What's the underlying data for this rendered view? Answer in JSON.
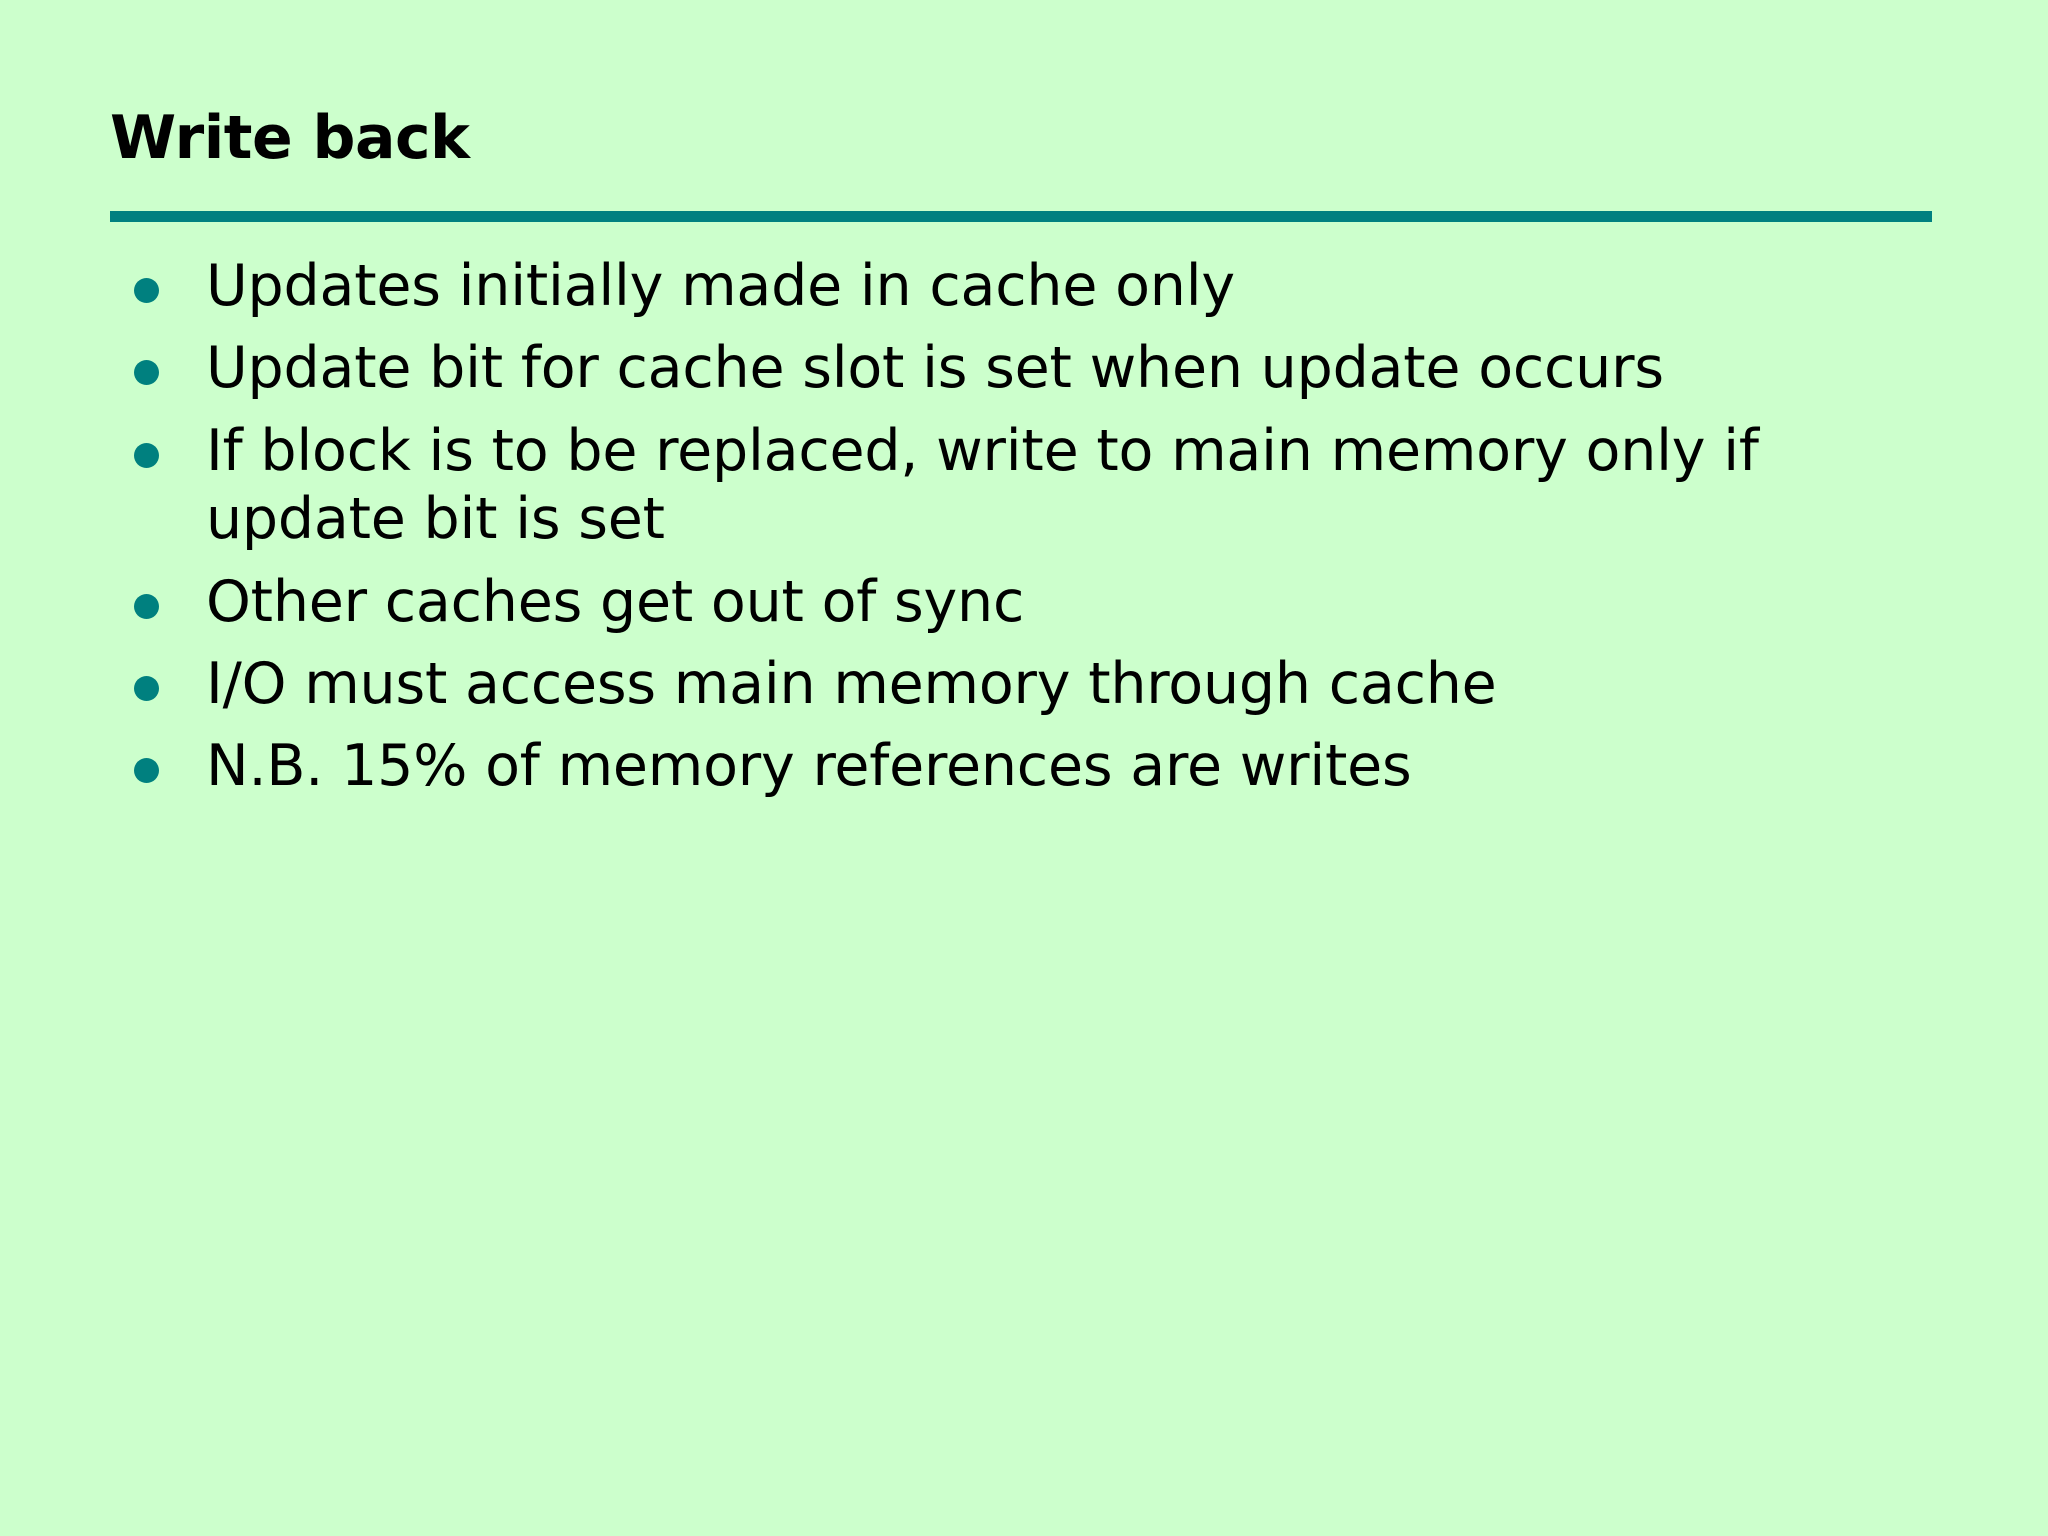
{
  "slide": {
    "title": "Write back",
    "background_color": "#ccffcc",
    "accent_color": "#008080",
    "bullet_color": "#00807f",
    "text_color": "#000000",
    "bullets": [
      {
        "text": "Updates initially made in cache only",
        "marker": "disc-bullet"
      },
      {
        "text": "Update bit for cache slot is set when update occurs",
        "marker": "disc-bullet"
      },
      {
        "text": "If block is to be replaced, write to main memory only if update bit is set",
        "marker": "disc-bullet"
      },
      {
        "text": "Other caches get out of sync",
        "marker": "disc-bullet"
      },
      {
        "text": "I/O must access main memory through cache",
        "marker": "disc-bullet"
      },
      {
        "text": "N.B. 15% of memory references are writes",
        "marker": "disc-bullet"
      }
    ]
  }
}
